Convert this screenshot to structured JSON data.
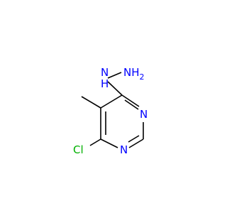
{
  "molecule": {
    "atoms": {
      "amino_n": {
        "label": "NH",
        "subscript": "2",
        "color": "#0000ff"
      },
      "hydrazine_n": {
        "label": "N",
        "subscript_h": "H",
        "color": "#0000ff"
      },
      "ring_n1": {
        "label": "N",
        "color": "#0000ff"
      },
      "ring_n3": {
        "label": "N",
        "color": "#0000ff"
      },
      "chlorine": {
        "label": "Cl",
        "color": "#00b000"
      }
    },
    "colors": {
      "bond": "#000000",
      "nitrogen": "#0000ff",
      "chlorine": "#00b000"
    }
  }
}
